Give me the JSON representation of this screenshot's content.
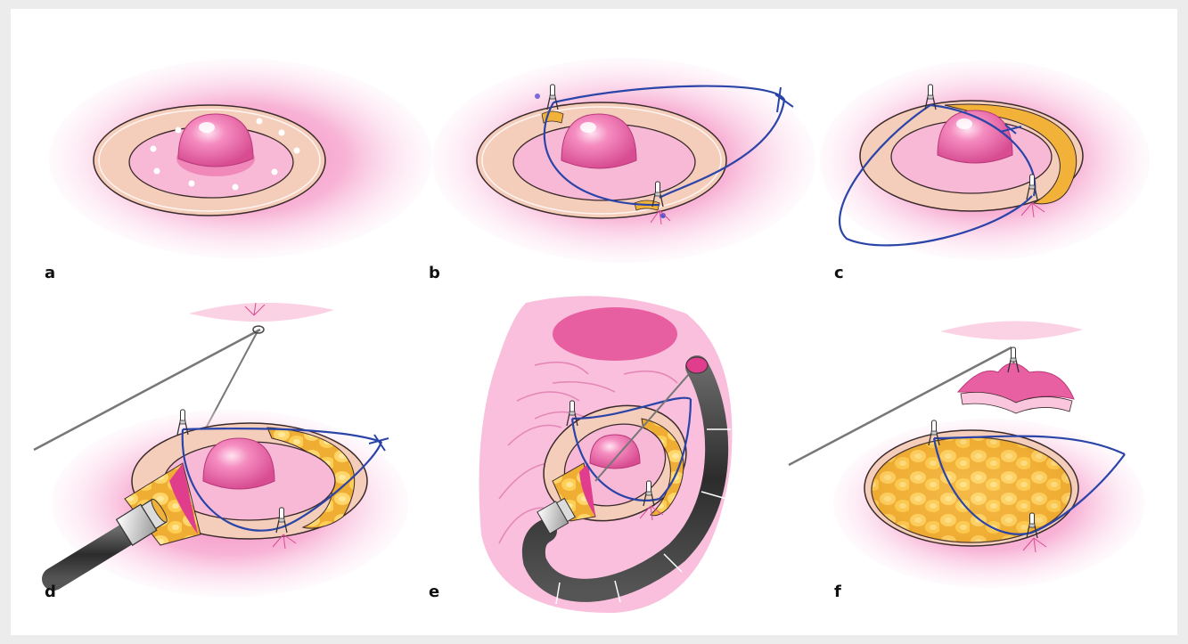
{
  "figure": {
    "panels": [
      {
        "id": "a",
        "label": "a"
      },
      {
        "id": "b",
        "label": "b"
      },
      {
        "id": "c",
        "label": "c"
      },
      {
        "id": "d",
        "label": "d"
      },
      {
        "id": "e",
        "label": "e"
      },
      {
        "id": "f",
        "label": "f"
      }
    ]
  },
  "colors": {
    "mucosa": "#f7a8cf",
    "lesion": "#f06aa8",
    "ring": "#f7d2c0",
    "fat": "#f2b93c",
    "thread": "#2a44a8",
    "scope": "#3a3a3a"
  }
}
